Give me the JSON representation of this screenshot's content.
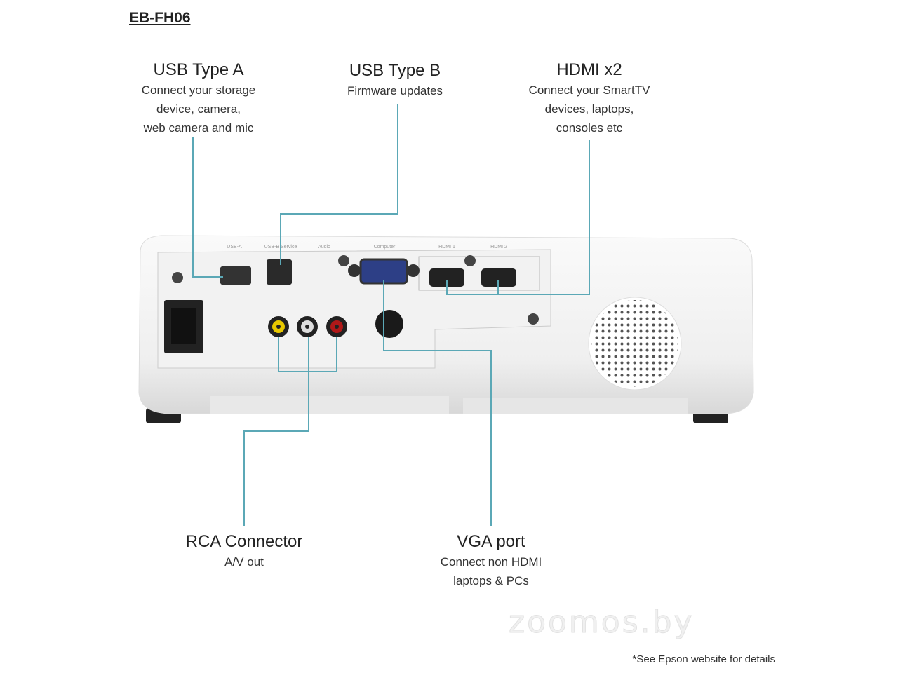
{
  "title": "EB-FH06",
  "callouts": {
    "usb_a": {
      "heading": "USB Type A",
      "lines": [
        "Connect your storage",
        "device, camera,",
        "web camera and mic"
      ]
    },
    "usb_b": {
      "heading": "USB Type B",
      "lines": [
        "Firmware updates"
      ]
    },
    "hdmi": {
      "heading": "HDMI x2",
      "lines": [
        "Connect your SmartTV",
        "devices, laptops,",
        "consoles etc"
      ]
    },
    "rca": {
      "heading": "RCA Connector",
      "lines": [
        "A/V out"
      ]
    },
    "vga": {
      "heading": "VGA port",
      "lines": [
        "Connect non HDMI",
        "laptops & PCs"
      ]
    }
  },
  "port_labels": [
    "USB-A",
    "USB-B Service",
    "Audio",
    "Computer",
    "HDMI 1",
    "HDMI 2"
  ],
  "footnote": "*See Epson website for details",
  "watermark": "zoomos.by",
  "colors": {
    "line": "#5ba8b6",
    "body": "#f4f4f4"
  }
}
